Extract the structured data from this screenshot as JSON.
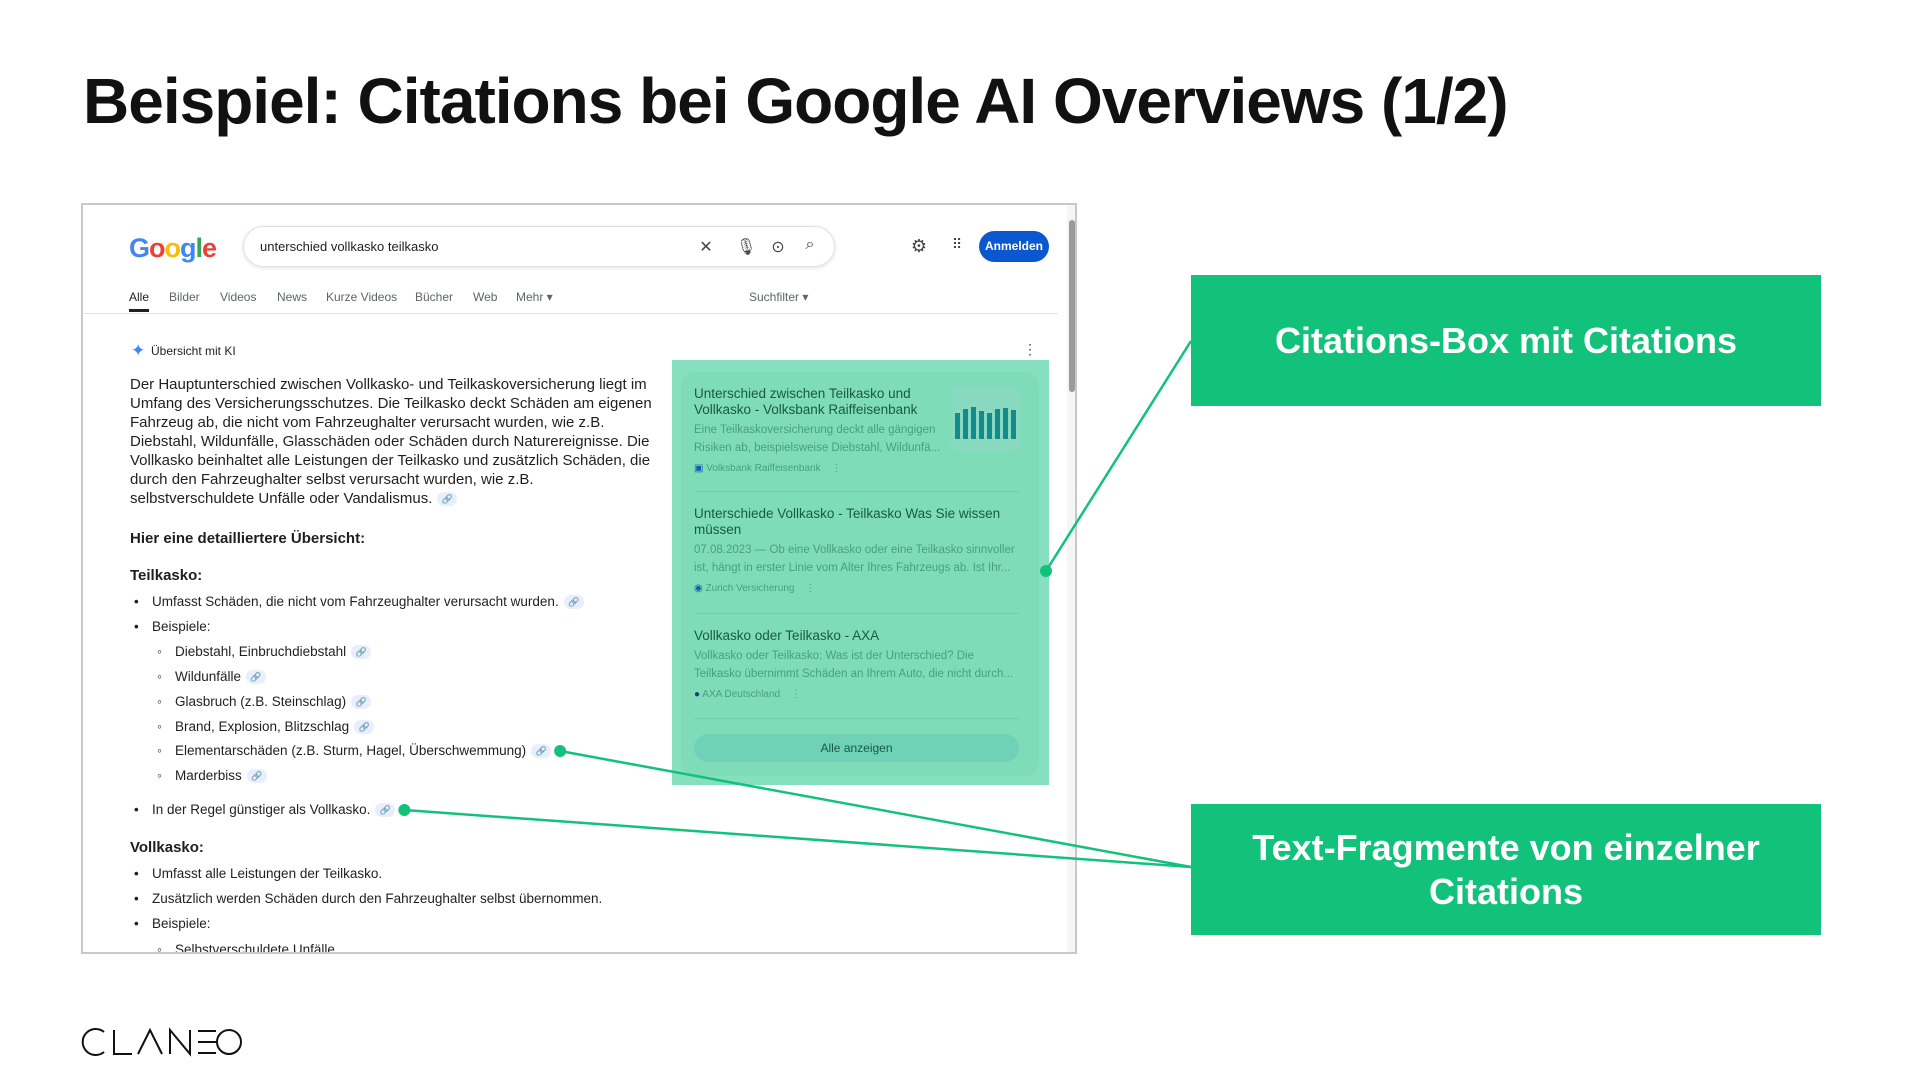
{
  "slide": {
    "title": "Beispiel: Citations bei Google AI Overviews (1/2)",
    "logo": "CLANEO"
  },
  "colors": {
    "accent": "#12c27b",
    "panel": "#86e0bf",
    "google_blue": "#0b57d0"
  },
  "google": {
    "logo": "Google",
    "search_value": "unterschied vollkasko teilkasko",
    "signin": "Anmelden",
    "tabs": [
      {
        "label": "Alle"
      },
      {
        "label": "Bilder"
      },
      {
        "label": "Videos"
      },
      {
        "label": "News"
      },
      {
        "label": "Kurze Videos"
      },
      {
        "label": "Bücher"
      },
      {
        "label": "Web"
      },
      {
        "label": "Mehr ▾"
      }
    ],
    "filter": "Suchfilter ▾",
    "ai_label": "Übersicht mit KI",
    "paragraph": [
      "Der Hauptunterschied zwischen Vollkasko- und Teilkaskoversicherung liegt im",
      "Umfang des Versicherungsschutzes. Die Teilkasko deckt Schäden am eigenen",
      "Fahrzeug ab, die nicht vom Fahrzeughalter verursacht wurden, wie z.B.",
      "Diebstahl, Wildunfälle, Glasschäden oder Schäden durch Naturereignisse. Die",
      "Vollkasko beinhaltet alle Leistungen der Teilkasko und zusätzlich Schäden, die",
      "durch den Fahrzeughalter selbst verursacht wurden, wie z.B.",
      "selbstverschuldete Unfälle oder Vandalismus."
    ],
    "detail_heading": "Hier eine detailliertere Übersicht:",
    "teilkasko_heading": "Teilkasko:",
    "teilkasko_items": [
      "Umfasst Schäden, die nicht vom Fahrzeughalter verursacht wurden.",
      "Beispiele:"
    ],
    "teilkasko_examples": [
      "Diebstahl, Einbruchdiebstahl",
      "Wildunfälle",
      "Glasbruch (z.B. Steinschlag)",
      "Brand, Explosion, Blitzschlag",
      "Elementarschäden (z.B. Sturm, Hagel, Überschwemmung)",
      "Marderbiss"
    ],
    "teilkasko_last": "In der Regel günstiger als Vollkasko.",
    "vollkasko_heading": "Vollkasko:",
    "vollkasko_items": [
      "Umfasst alle Leistungen der Teilkasko.",
      "Zusätzlich werden Schäden durch den Fahrzeughalter selbst übernommen.",
      "Beispiele:"
    ],
    "vollkasko_examples": [
      "Selbstverschuldete Unfälle"
    ],
    "citations": [
      {
        "title": [
          "Unterschied zwischen Teilkasko und",
          "Vollkasko - Volksbank Raiffeisenbank"
        ],
        "snippet": [
          "Eine Teilkaskoversicherung deckt alle gängigen",
          "Risiken ab, beispielsweise Diebstahl, Wildunfä..."
        ],
        "source": "Volksbank Raiffeisenbank"
      },
      {
        "title": [
          "Unterschiede Vollkasko - Teilkasko Was Sie wissen",
          "müssen"
        ],
        "snippet": [
          "07.08.2023 — Ob eine Vollkasko oder eine Teilkasko sinnvoller",
          "ist, hängt in erster Linie vom Alter Ihres Fahrzeugs ab. Ist Ihr..."
        ],
        "source": "Zurich Versicherung"
      },
      {
        "title": [
          "Vollkasko oder Teilkasko - AXA"
        ],
        "snippet": [
          "Vollkasko oder Teilkasko: Was ist der Unterschied? Die",
          "Teilkasko übernimmt Schäden an Ihrem Auto, die nicht durch..."
        ],
        "source": "AXA Deutschland"
      }
    ],
    "show_all": "Alle anzeigen"
  },
  "callouts": {
    "box1": "Citations-Box mit Citations",
    "box2_line1": "Text-Fragmente von einzelner",
    "box2_line2": "Citations"
  }
}
